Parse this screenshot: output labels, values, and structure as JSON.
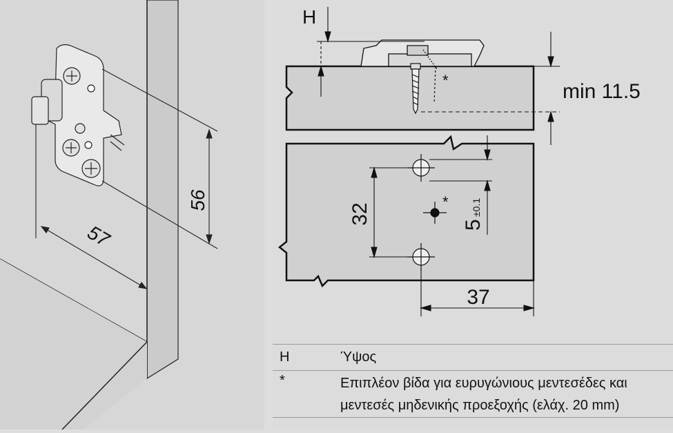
{
  "left_diagram": {
    "dim_height": "56",
    "dim_width": "57"
  },
  "right_diagram": {
    "label_h": "H",
    "label_min": "min 11.5",
    "label_star_top": "*",
    "label_star_mid": "*",
    "dim_spacing": "32",
    "dim_offset": "5",
    "dim_tolerance": "±0.1",
    "dim_edge": "37"
  },
  "legend": {
    "rows": [
      {
        "key": "H",
        "value": "Ύψος"
      },
      {
        "key": "*",
        "value": "Επιπλέον βίδα για ευρυγώνιους μεντεσέδες και"
      },
      {
        "key": "",
        "value": "μεντεσές μηδενικής προεξοχής (ελάχ. 20 mm)"
      }
    ]
  },
  "colors": {
    "panel_bg": "#d7d7d7",
    "board_fill": "#cfcfcf",
    "line": "#111111",
    "legend_divider": "#9a9a9a"
  }
}
